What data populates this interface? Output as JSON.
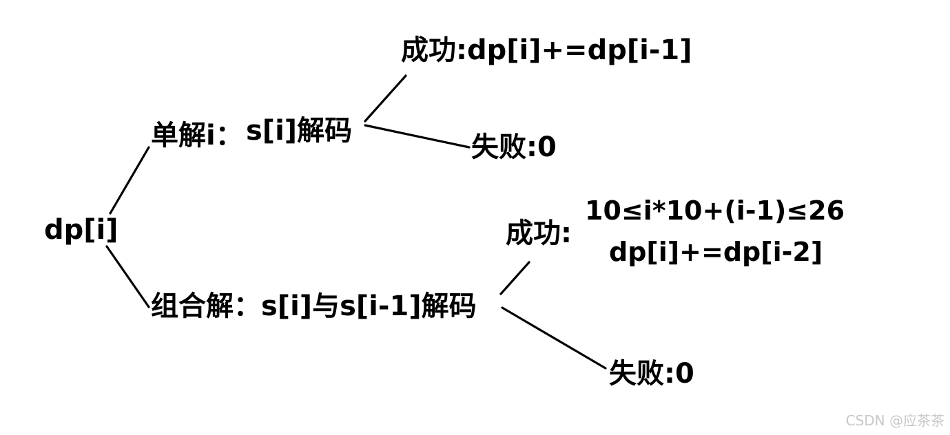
{
  "diagram": {
    "root": "dp[i]",
    "single": {
      "label": "单解i：",
      "desc": "s[i]解码",
      "success": "成功:dp[i]+=dp[i-1]",
      "fail": "失败:0"
    },
    "combined": {
      "label": "组合解：s[i]与s[i-1]解码",
      "success_label": "成功:",
      "condition": "10≤i*10+(i-1)≤26",
      "update": "dp[i]+=dp[i-2]",
      "fail": "失败:0"
    }
  },
  "watermark": "CSDN @应茶茶"
}
